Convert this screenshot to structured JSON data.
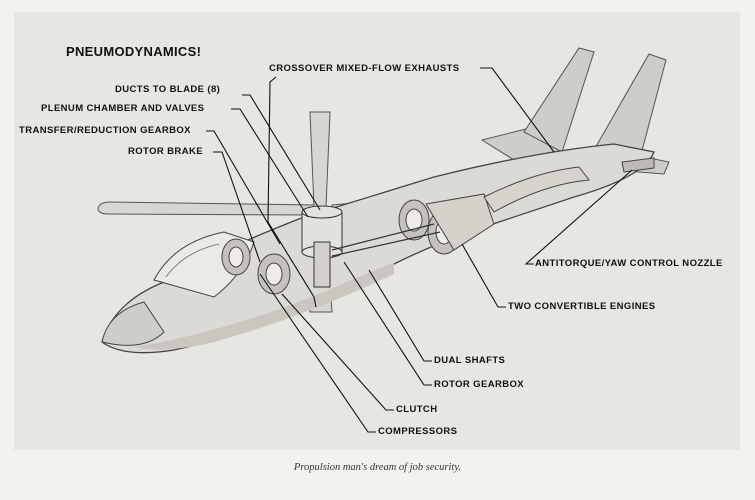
{
  "title": "PNEUMODYNAMICS!",
  "labels": {
    "ducts_to_blade": "DUCTS TO BLADE (8)",
    "plenum_chamber": "PLENUM CHAMBER AND VALVES",
    "transfer_gearbox": "TRANSFER/REDUCTION GEARBOX",
    "rotor_brake": "ROTOR BRAKE",
    "crossover_exhausts": "CROSSOVER MIXED-FLOW EXHAUSTS",
    "antitorque_nozzle": "ANTITORQUE/YAW CONTROL NOZZLE",
    "two_engines": "TWO CONVERTIBLE ENGINES",
    "dual_shafts": "DUAL SHAFTS",
    "rotor_gearbox": "ROTOR GEARBOX",
    "clutch": "CLUTCH",
    "compressors": "COMPRESSORS"
  },
  "caption": "Propulsion man's dream of job security."
}
